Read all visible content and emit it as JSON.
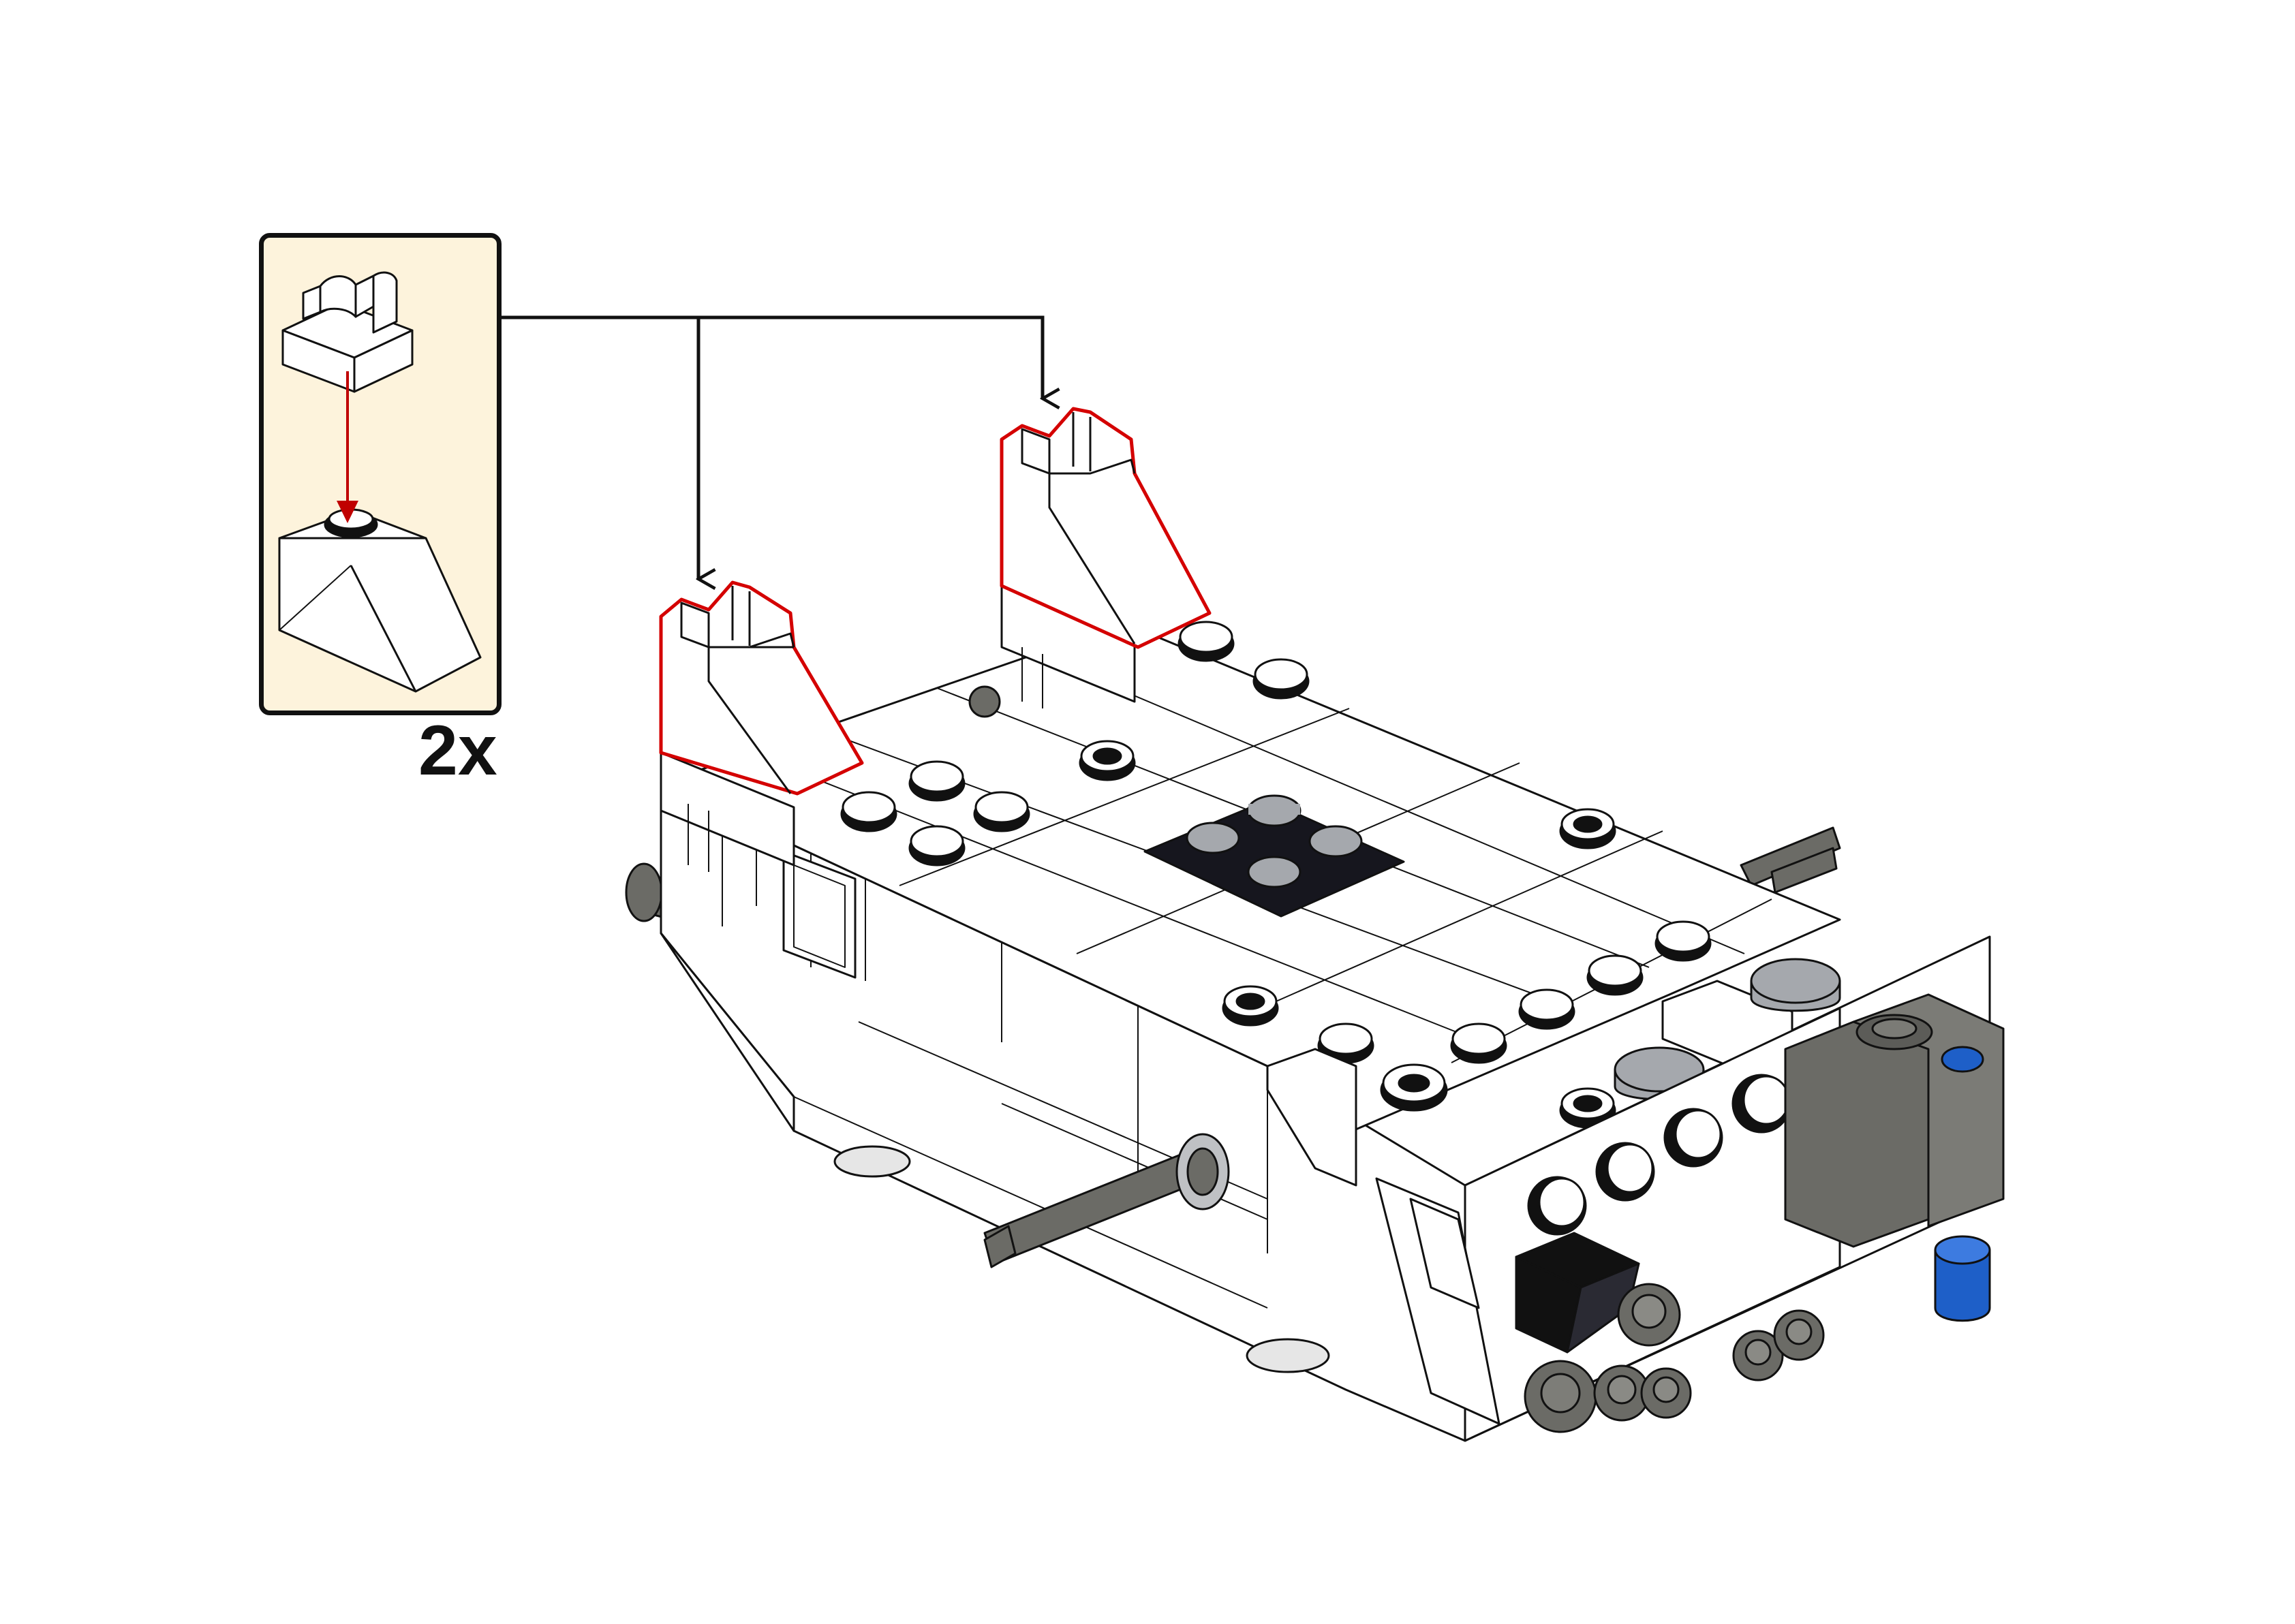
{
  "callout": {
    "quantity_label": "2x",
    "background_color": "#fdf3dc",
    "parts": [
      "clip-tile-white",
      "slope-brick-white"
    ]
  },
  "highlight_color": "#d40000",
  "colors": {
    "white_part": "#ffffff",
    "dark_gray_part": "#6b6b66",
    "light_gray_part": "#a5a8ad",
    "black_part": "#111111",
    "blue_part": "#1e5fc8"
  }
}
